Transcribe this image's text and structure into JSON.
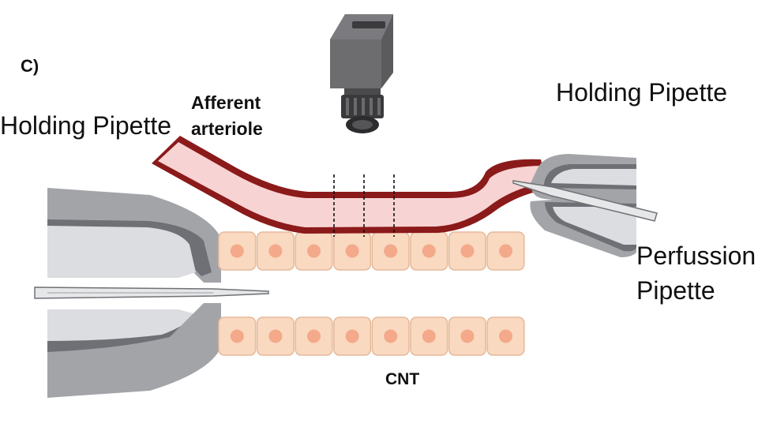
{
  "panel_label": "C)",
  "labels": {
    "afferent_arteriole_line1": "Afferent",
    "afferent_arteriole_line2": "arteriole",
    "holding_pipette_left": "Holding Pipette",
    "holding_pipette_right": "Holding Pipette",
    "perfusion_pipette_line1": "Perfussion",
    "perfusion_pipette_line2": "Pipette",
    "cnt": "CNT"
  },
  "icons": {
    "camera": "camera-icon"
  },
  "colors": {
    "vessel_wall": "#8b1a1a",
    "vessel_lumen": "#f8d3d3",
    "cell_fill": "#f9d9c0",
    "cell_nucleus": "#f3a98a",
    "pipette_gray": "#8d8f93",
    "pipette_light": "#d9dadc",
    "camera_body": "#6a6a6a"
  }
}
